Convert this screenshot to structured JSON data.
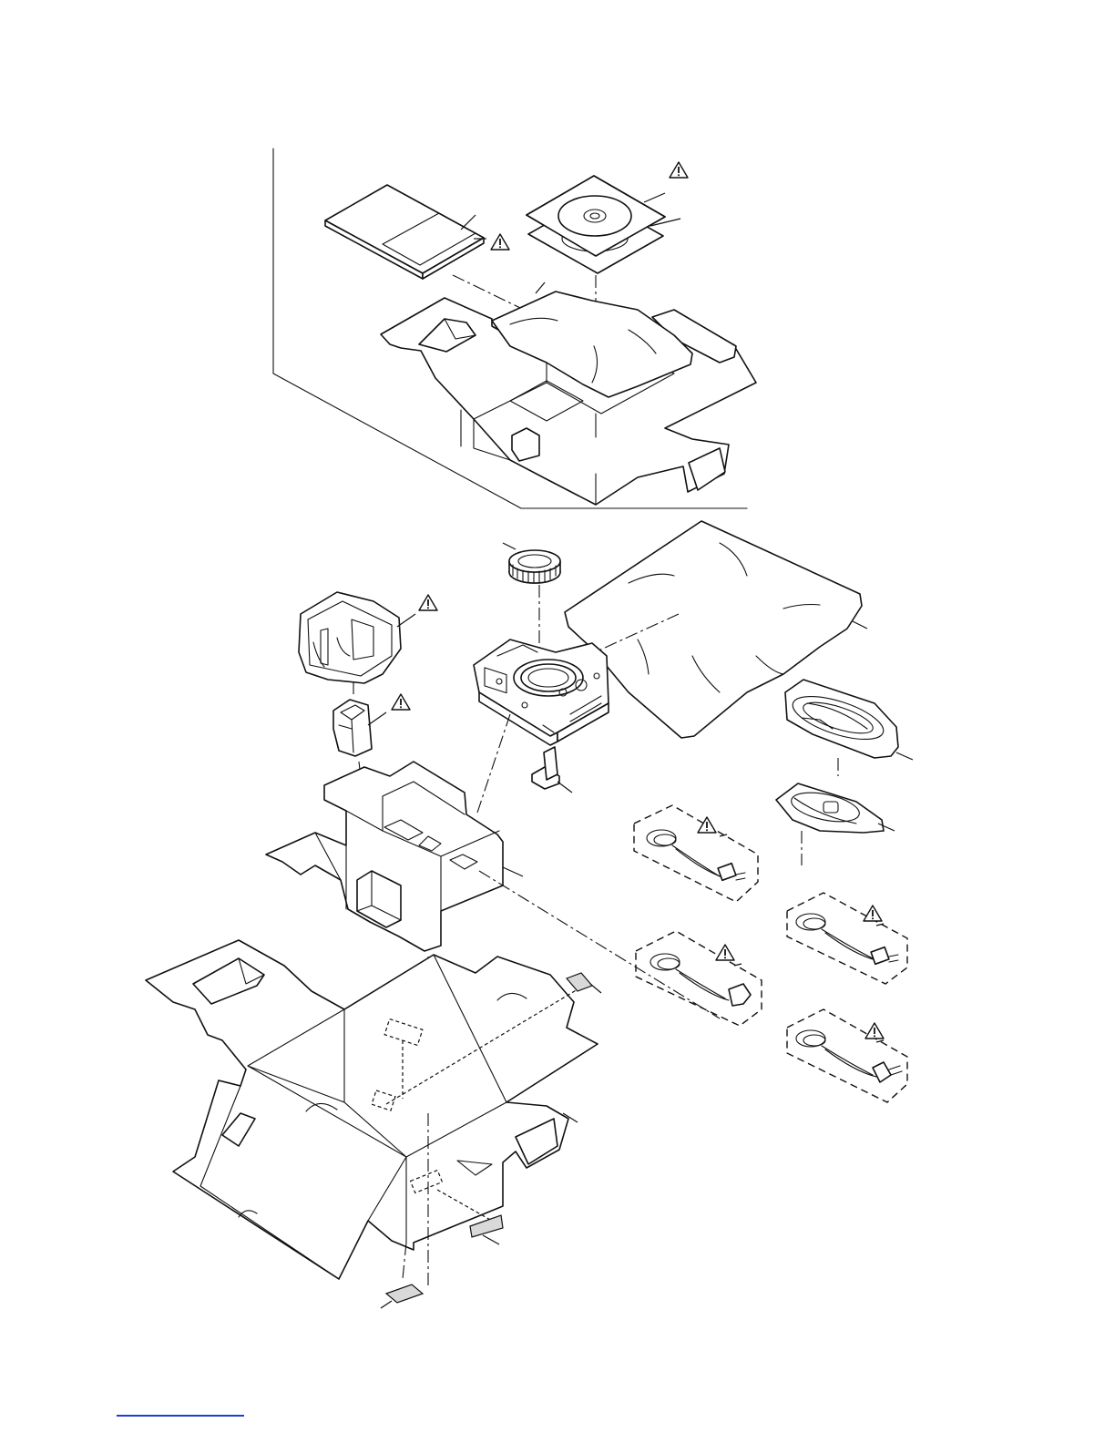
{
  "diagram": {
    "kind": "exploded-packing-diagram",
    "colors": {
      "line": "#111111",
      "paper": "#ffffff",
      "link": "#1a3fd6"
    },
    "icons": [
      "warning-triangle-icon"
    ],
    "warning_triangles": 8,
    "components": [
      "instruction-book",
      "cd-rom",
      "cd-sleeve",
      "top-tray-sheet",
      "top-inner-tray",
      "body-cap",
      "camera-body",
      "protective-bag",
      "battery-charger-bag",
      "battery-pack",
      "hot-shoe-cover",
      "inner-carton",
      "usb-cable-bag",
      "av-cable-bag",
      "ac-cord-a",
      "ac-cord-b",
      "ac-cord-c",
      "ac-cord-d",
      "outer-carton",
      "labels"
    ]
  }
}
